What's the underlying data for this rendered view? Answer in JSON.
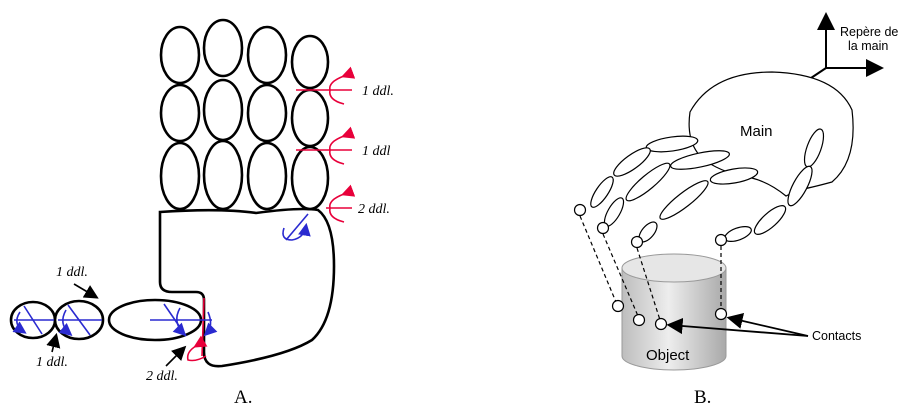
{
  "figure_a": {
    "caption": "A.",
    "dof_top": "1 ddl.",
    "dof_middle": "1 ddl",
    "dof_base": "2 ddl.",
    "thumb_dof_top": "1 ddl.",
    "thumb_dof_bottom": "1 ddl.",
    "thumb_dof_base": "2 ddl."
  },
  "figure_b": {
    "caption": "B.",
    "frame_label_line1": "Repère de",
    "frame_label_line2": "la main",
    "palm_label": "Main",
    "object_label": "Object",
    "contacts_label": "Contacts"
  },
  "colors": {
    "outline": "#000000",
    "rotation_red": "#e8003a",
    "rotation_blue": "#2a2ad0",
    "cylinder_fill": "#d9d9d9"
  }
}
